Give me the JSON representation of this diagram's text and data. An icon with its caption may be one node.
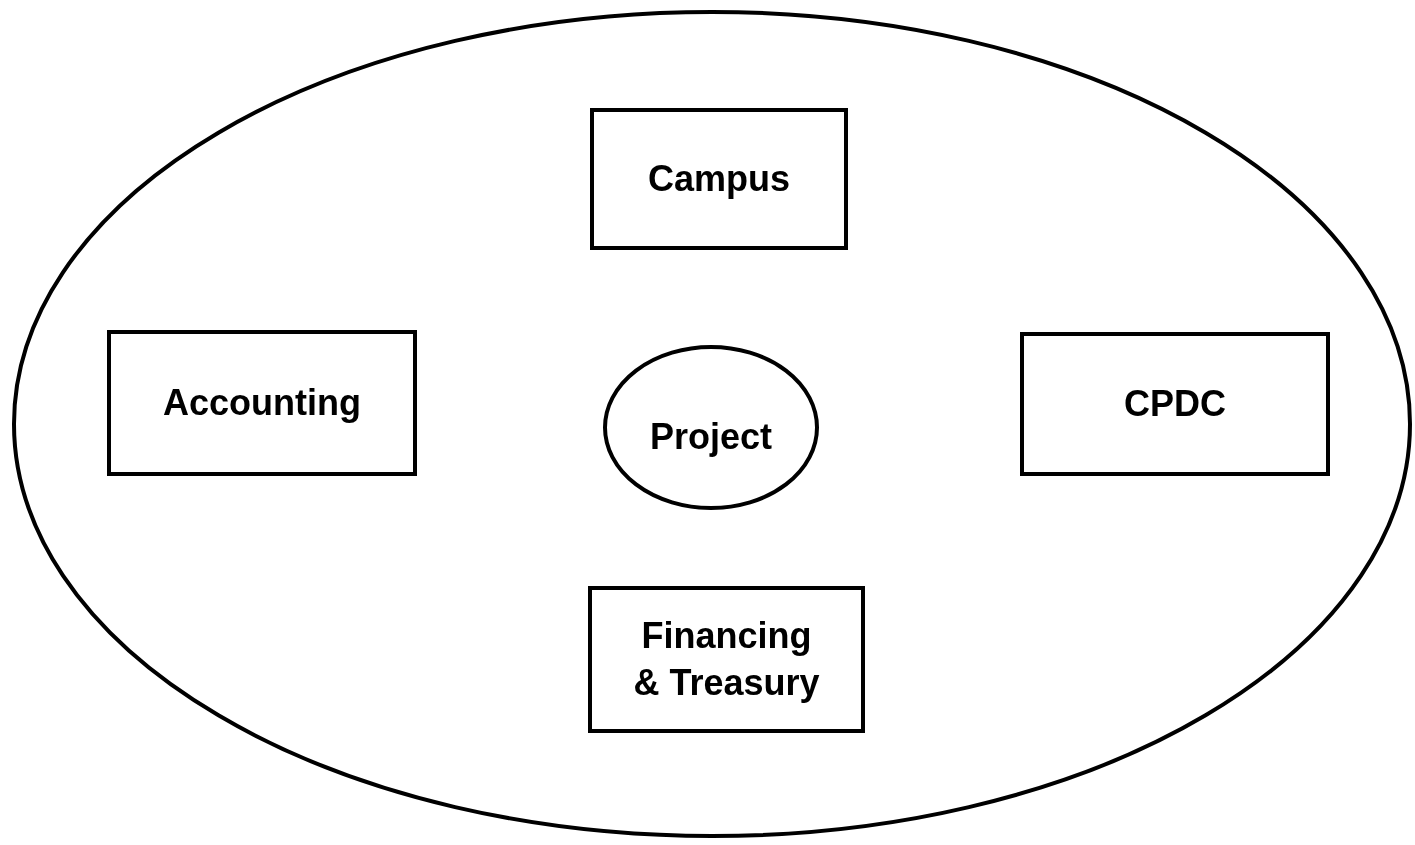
{
  "diagram": {
    "nodes": [
      {
        "text": [],
        "shape": "ellipse"
      },
      {
        "text": [
          "Campus"
        ],
        "in": 0
      },
      {
        "text": [
          "Accounting"
        ],
        "in": 0
      },
      {
        "text": [
          "Project"
        ],
        "in": 0
      },
      {
        "text": [
          "CPDC"
        ],
        "in": 0
      },
      {
        "text": [
          "Financing & Treasury"
        ],
        "in": 0
      }
    ]
  }
}
